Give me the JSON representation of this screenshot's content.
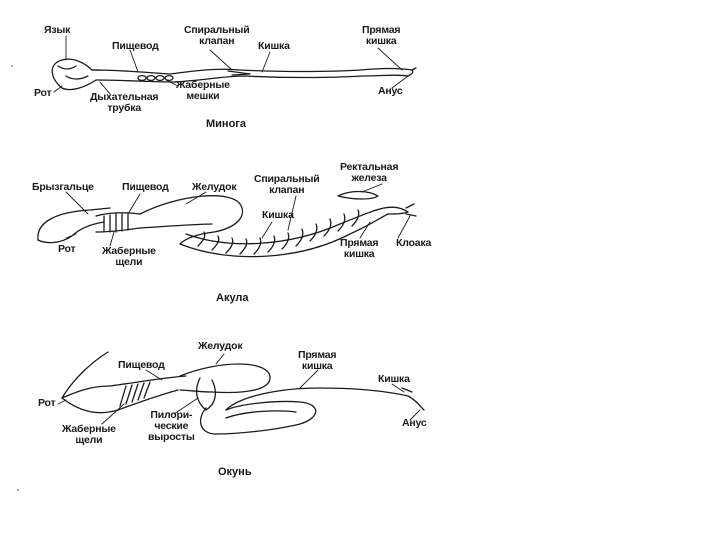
{
  "lamprey": {
    "title": "Минога",
    "tongue": "Язык",
    "esophagus": "Пищевод",
    "spiral_valve": "Спиральный\nклапан",
    "intestine": "Кишка",
    "rectum": "Прямая\nкишка",
    "mouth": "Рот",
    "resp_tube": "Дыхательная\nтрубка",
    "gill_sacs": "Жаберные\nмешки",
    "anus": "Анус"
  },
  "shark": {
    "title": "Акула",
    "spiracle": "Брызгальце",
    "esophagus": "Пищевод",
    "stomach": "Желудок",
    "spiral_valve": "Спиральный\nклапан",
    "rectal_gland": "Ректальная\nжелеза",
    "intestine": "Кишка",
    "mouth": "Рот",
    "gill_slits": "Жаберные\nщели",
    "rectum": "Прямая\nкишка",
    "cloaca": "Клоака"
  },
  "perch": {
    "title": "Окунь",
    "stomach": "Желудок",
    "esophagus": "Пищевод",
    "rectum": "Прямая\nкишка",
    "intestine": "Кишка",
    "mouth": "Рот",
    "pyloric": "Пилори-\nческие\nвыросты",
    "gill_slits": "Жаберные\nщели",
    "anus": "Анус"
  }
}
